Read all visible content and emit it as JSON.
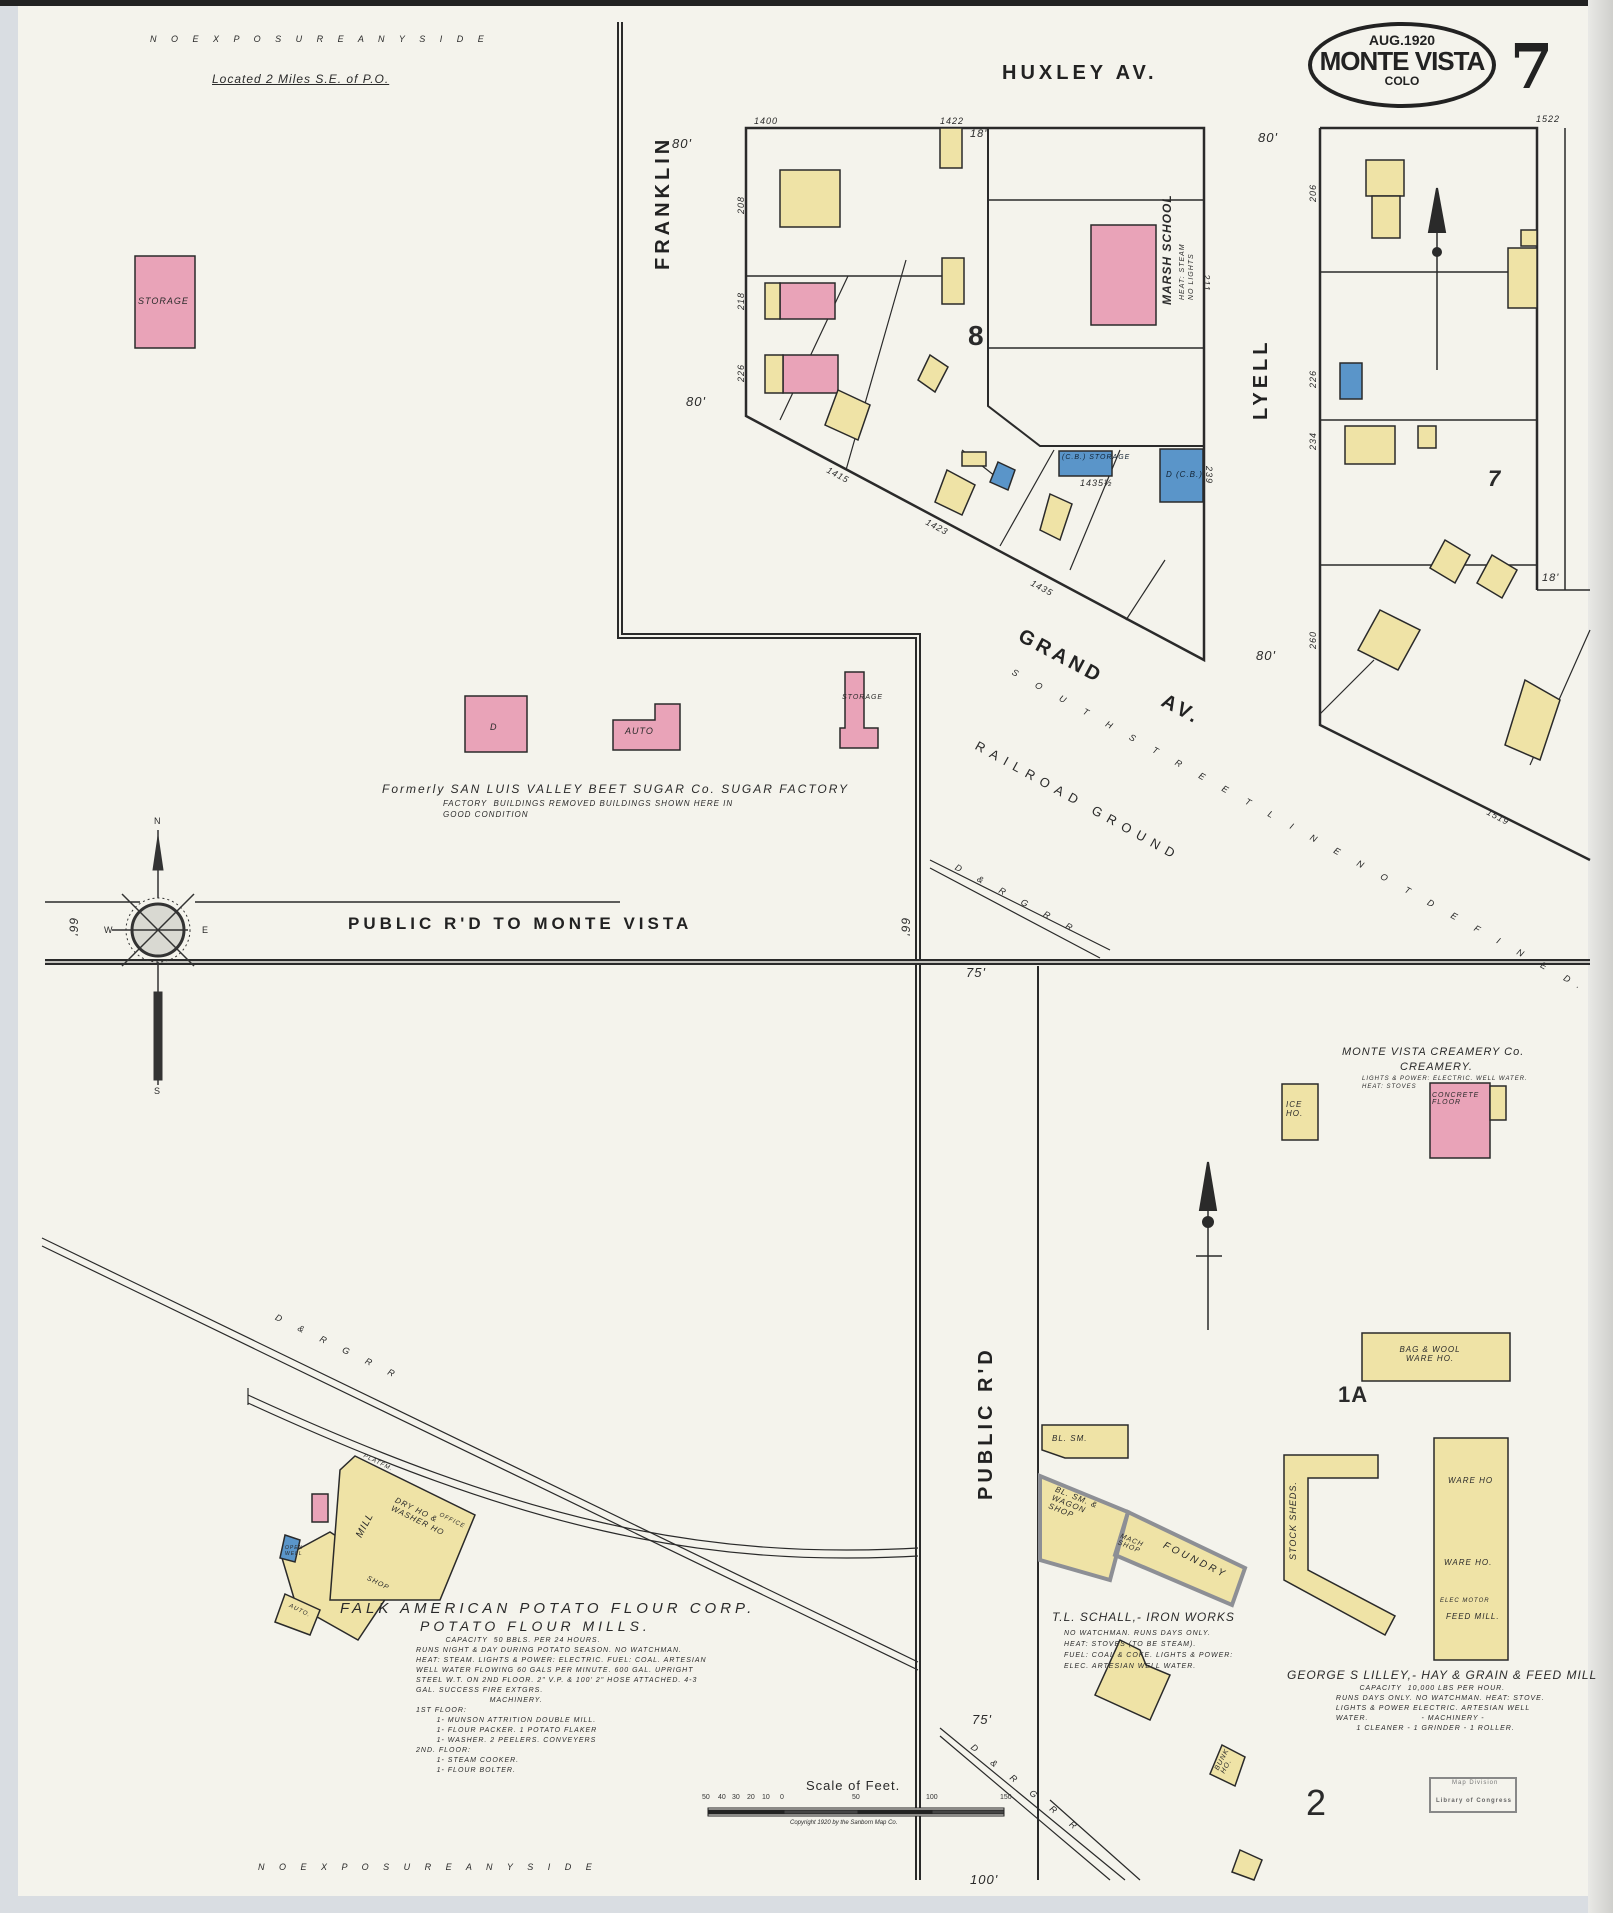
{
  "header": {
    "date": "AUG.1920",
    "city": "MONTE VISTA",
    "state": "COLO",
    "sheet_number": "7",
    "exposure_top": "N O   E X P O S U R E   A N Y   S I D E",
    "exposure_bottom": "N O   E X P O S U R E   A N Y   S I D E",
    "location_note": "Located 2 Miles S.E. of P.O."
  },
  "streets": {
    "huxley": "HUXLEY   AV.",
    "franklin": "FRANKLIN",
    "lyell": "LYELL",
    "grand": "GRAND",
    "grand_av": "AV.",
    "public_rd_monte_vista": "PUBLIC   R'D   TO   MONTE VISTA",
    "public_rd_vertical": "PUBLIC    R'D",
    "railroad_ground": "RAILROAD          GROUND",
    "south_street_line": "S O U T H   S T R E E T   L I N E   N O T   D E F I N E D.",
    "rr_label": "D & R G R R"
  },
  "block_numbers": {
    "b8": "8",
    "b7": "7",
    "b1a": "1A",
    "b2": "2"
  },
  "widths": {
    "w80a": "80'",
    "w80b": "80'",
    "w80c": "80'",
    "w80d": "80'",
    "w18a": "18'",
    "w18b": "18'",
    "w66a": "66'",
    "w66b": "66'",
    "w75a": "75'",
    "w75b": "75'",
    "w100": "100'"
  },
  "addresses": {
    "a1400": "1400",
    "a1422": "1422",
    "a1522": "1522",
    "a1415": "1415",
    "a1423": "1423",
    "a1435": "1435",
    "a1435h": "1435½",
    "a1519": "1519",
    "a208": "208",
    "a218": "218",
    "a226": "226",
    "a206": "206",
    "a226b": "226",
    "a234": "234",
    "a260": "260",
    "a211": "211",
    "a239": "239"
  },
  "buildings": {
    "storage_left": "STORAGE",
    "sugar_d": "D",
    "auto": "AUTO",
    "storage_mid": "STORAGE",
    "marsh_school": "MARSH SCHOOL",
    "marsh_note": "HEAT: STEAM\nNO LIGHTS",
    "cb_storage": "(C.B.) STORAGE",
    "cb_dwelling": "D (C.B.)",
    "ice_ho": "ICE HO.",
    "creamery_floor": "CONCRETE FLOOR",
    "bag_wool": "BAG & WOOL WARE HO.",
    "ware_ho1": "WARE HO",
    "ware_ho2": "WARE HO.",
    "feed_mill": "FEED MILL.",
    "elec_motor": "ELEC MOTOR",
    "stock_sheds": "STOCK SHEDS.",
    "bl_sm": "BL. SM.",
    "wagon_shop": "BL. SM. & WAGON SHOP",
    "mach_shop": "MACH SHOP",
    "foundry": "FOUNDRY",
    "bunk_ho": "BUNK HO.",
    "mill": "MILL",
    "dry_ho": "DRY HO & WASHER HO",
    "office": "OFFICE",
    "shop": "SHOP",
    "platfm": "PLATFM.",
    "open_well": "OPEN WELL",
    "auto_falk": "AUTO."
  },
  "businesses": {
    "sugar_title": "Formerly  SAN LUIS VALLEY BEET SUGAR Co. SUGAR FACTORY",
    "sugar_note": "FACTORY  BUILDINGS REMOVED BUILDINGS SHOWN HERE IN\nGOOD CONDITION",
    "creamery_title": "MONTE VISTA CREAMERY Co.",
    "creamery_sub": "CREAMERY.",
    "creamery_note": "LIGHTS & POWER: ELECTRIC. WELL WATER.\nHEAT: STOVES",
    "falk_title": "FALK  AMERICAN  POTATO  FLOUR  CORP.",
    "falk_sub": "POTATO  FLOUR  MILLS.",
    "falk_note": "          CAPACITY  50 BBLS. PER 24 HOURS.\nRUNS NIGHT & DAY DURING POTATO SEASON. NO WATCHMAN.\nHEAT: STEAM. LIGHTS & POWER: ELECTRIC. FUEL: COAL. ARTESIAN\nWELL WATER FLOWING 60 GALS PER MINUTE. 600 GAL. UPRIGHT\nSTEEL W.T. ON 2ND FLOOR. 2\" V.P. & 100' 2\" HOSE ATTACHED. 4-3\nGAL. SUCCESS FIRE EXTGRS.\n                         MACHINERY.\n1ST FLOOR:\n       1- MUNSON ATTRITION DOUBLE MILL.\n       1- FLOUR PACKER. 1 POTATO FLAKER\n       1- WASHER. 2 PEELERS. CONVEYERS\n2ND. FLOOR:\n       1- STEAM COOKER.\n       1- FLOUR BOLTER.",
    "schall_title": "T.L. SCHALL,- IRON WORKS",
    "schall_note": "NO WATCHMAN. RUNS DAYS ONLY.\nHEAT: STOVES (TO BE STEAM).\nFUEL: COAL & COKE. LIGHTS & POWER:\nELEC. ARTESIAN WELL WATER.",
    "lilley_title": "GEORGE S LILLEY,- HAY & GRAIN & FEED MILL",
    "lilley_note": "          CAPACITY  10,000 LBS PER HOUR.\n  RUNS DAYS ONLY. NO WATCHMAN. HEAT: STOVE.\n  LIGHTS & POWER ELECTRIC. ARTESIAN WELL\n  WATER.                  - MACHINERY -\n         1 CLEANER - 1 GRINDER - 1 ROLLER."
  },
  "scale": {
    "title": "Scale of Feet.",
    "ticks": [
      "50",
      "40",
      "30",
      "20",
      "10",
      "0",
      "50",
      "100",
      "150"
    ],
    "copyright": "Copyright 1920 by the Sanborn Map Co."
  },
  "stamp": {
    "line1": "Map Division",
    "line2": "Library of Congress"
  },
  "compass": {
    "n": "N",
    "s": "S",
    "e": "E",
    "w": "W"
  },
  "colors": {
    "paper": "#f4f3ec",
    "frame": "#1f1f1f",
    "brick": "#e9a3b8",
    "frame_bldg": "#efe3a6",
    "cb_blue": "#5a95c9",
    "iron_gray": "#8d8f95",
    "ink": "#2a2a2a"
  }
}
